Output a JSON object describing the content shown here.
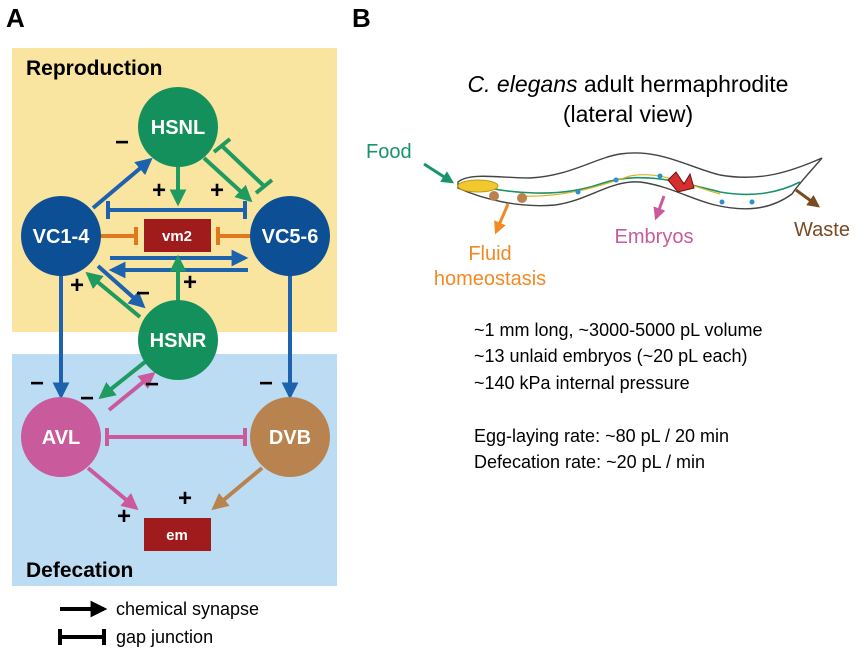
{
  "panels": {
    "a_letter": "A",
    "b_letter": "B"
  },
  "regions": {
    "reproduction": "Reproduction",
    "defecation": "Defecation"
  },
  "nodes": {
    "hsnl": "HSNL",
    "hsnr": "HSNR",
    "vc14": "VC1-4",
    "vc56": "VC5-6",
    "avl": "AVL",
    "dvb": "DVB",
    "vm2": "vm2",
    "em": "em"
  },
  "signs": {
    "plus": "+",
    "minus": "−"
  },
  "legend": {
    "chemical": "chemical synapse",
    "gap": "gap junction"
  },
  "worm": {
    "title_species": "C. elegans",
    "title_rest": " adult hermaphrodite",
    "subtitle": "(lateral view)",
    "food": "Food",
    "fluid_line1": "Fluid",
    "fluid_line2": "homeostasis",
    "embryos": "Embryos",
    "waste": "Waste"
  },
  "facts": [
    "~1 mm long, ~3000-5000 pL volume",
    "~13 unlaid embryos (~20 pL each)",
    "~140 kPa internal pressure"
  ],
  "rates": [
    "Egg-laying rate:  ~80 pL / 20 min",
    "Defecation rate:  ~20 pL / min"
  ],
  "colors": {
    "reproduction_bg": "#f9e4a0",
    "defecation_bg": "#bcdcf3",
    "blue_node": "#0d4f94",
    "green_node": "#14905c",
    "pink_node": "#c95a9c",
    "tan_node": "#b8834f",
    "muscle_box": "#a01c1c",
    "orange": "#f08a24",
    "brown": "#7a4a22",
    "blue_arrow": "#1d62ad",
    "green_arrow": "#1f9a60",
    "pink_arrow": "#c95a9c"
  }
}
